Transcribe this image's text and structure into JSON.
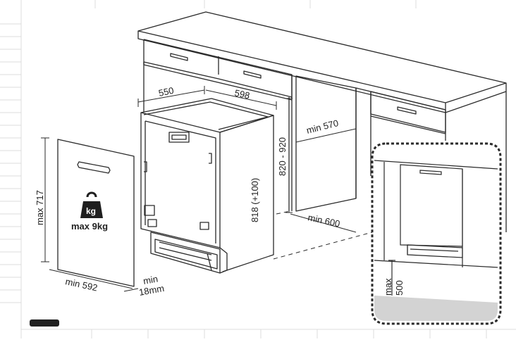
{
  "dimensions": {
    "depth": "550",
    "width": "598",
    "height_range": "820 - 920",
    "niche_depth": "min 570",
    "niche_width": "min 600",
    "machine_height": "818 (+100)",
    "door_height": "max 717",
    "door_width": "min 592",
    "door_gap_min": "min",
    "door_gap_value": "18mm",
    "plinth_height_max": "max",
    "plinth_height_value": "500"
  },
  "weight": {
    "unit": "kg",
    "label": "max 9kg"
  },
  "colors": {
    "line": "#2a2a2a",
    "grid": "#d9d9d9",
    "floor": "#d3d3d3",
    "weight_icon": "#1f1f1f"
  },
  "icons": {
    "weight": "kettlebell-icon"
  }
}
